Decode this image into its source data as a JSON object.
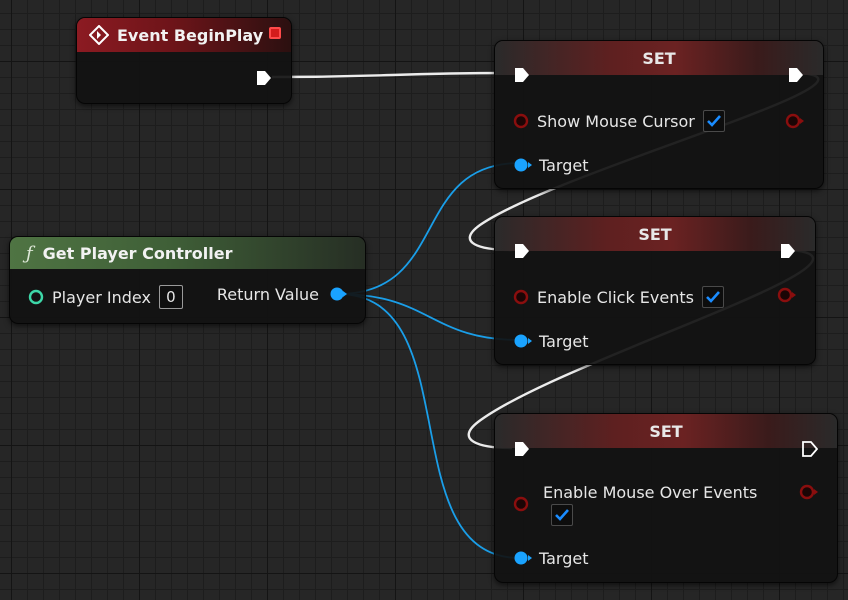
{
  "event_node": {
    "title": "Event BeginPlay",
    "icon": "event-diamond-icon",
    "header_color": "#8c1b22"
  },
  "get_player_controller": {
    "title": "Get Player Controller",
    "icon": "function-icon",
    "icon_glyph": "ƒ",
    "player_index_label": "Player Index",
    "player_index_value": "0",
    "return_value_label": "Return Value",
    "header_color": "#4f7443"
  },
  "set_nodes": [
    {
      "title": "SET",
      "property_label": "Show Mouse Cursor",
      "checked": true,
      "target_label": "Target"
    },
    {
      "title": "SET",
      "property_label": "Enable Click Events",
      "checked": true,
      "target_label": "Target"
    },
    {
      "title": "SET",
      "property_label": "Enable Mouse Over Events",
      "checked": true,
      "target_label": "Target"
    }
  ],
  "colors": {
    "object_pin": "#1aa3ff",
    "bool_pin": "#8a0e0e",
    "int_pin": "#3dd7a8",
    "exec_pin": "#ffffff",
    "checkmark": "#1a8cff",
    "set_header": "#6b2222"
  }
}
